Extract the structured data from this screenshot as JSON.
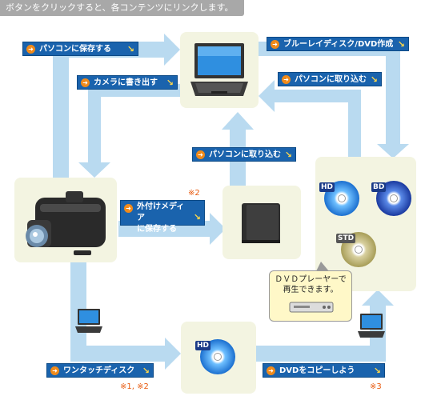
{
  "banner": "ボタンをクリックすると、各コンテンツにリンクします。",
  "buttons": {
    "save_to_pc": "パソコンに保存する",
    "write_to_camera": "カメラに書き出す",
    "bluray_dvd": "ブルーレイディスク/DVD作成",
    "import_to_pc_top": "パソコンに取り込む",
    "import_to_pc_mid": "パソコンに取り込む",
    "external_media_line1": "外付けメディア",
    "external_media_line2": "に保存する",
    "one_touch_disc": "ワンタッチディスク",
    "copy_dvd": "DVDをコピーしよう"
  },
  "notes": {
    "note2": "※2",
    "note12": "※1, ※2",
    "note3": "※3"
  },
  "discs": {
    "hd": "HD",
    "bd": "BD",
    "std": "STD",
    "hd_bottom": "HD"
  },
  "bubble": {
    "line1": "ＤＶＤプレーヤーで",
    "line2": "再生できます。"
  },
  "colors": {
    "button": "#1a63ad",
    "arrow": "#b9daf0",
    "node_bg": "#f3f4e1",
    "note": "#e85b10"
  }
}
